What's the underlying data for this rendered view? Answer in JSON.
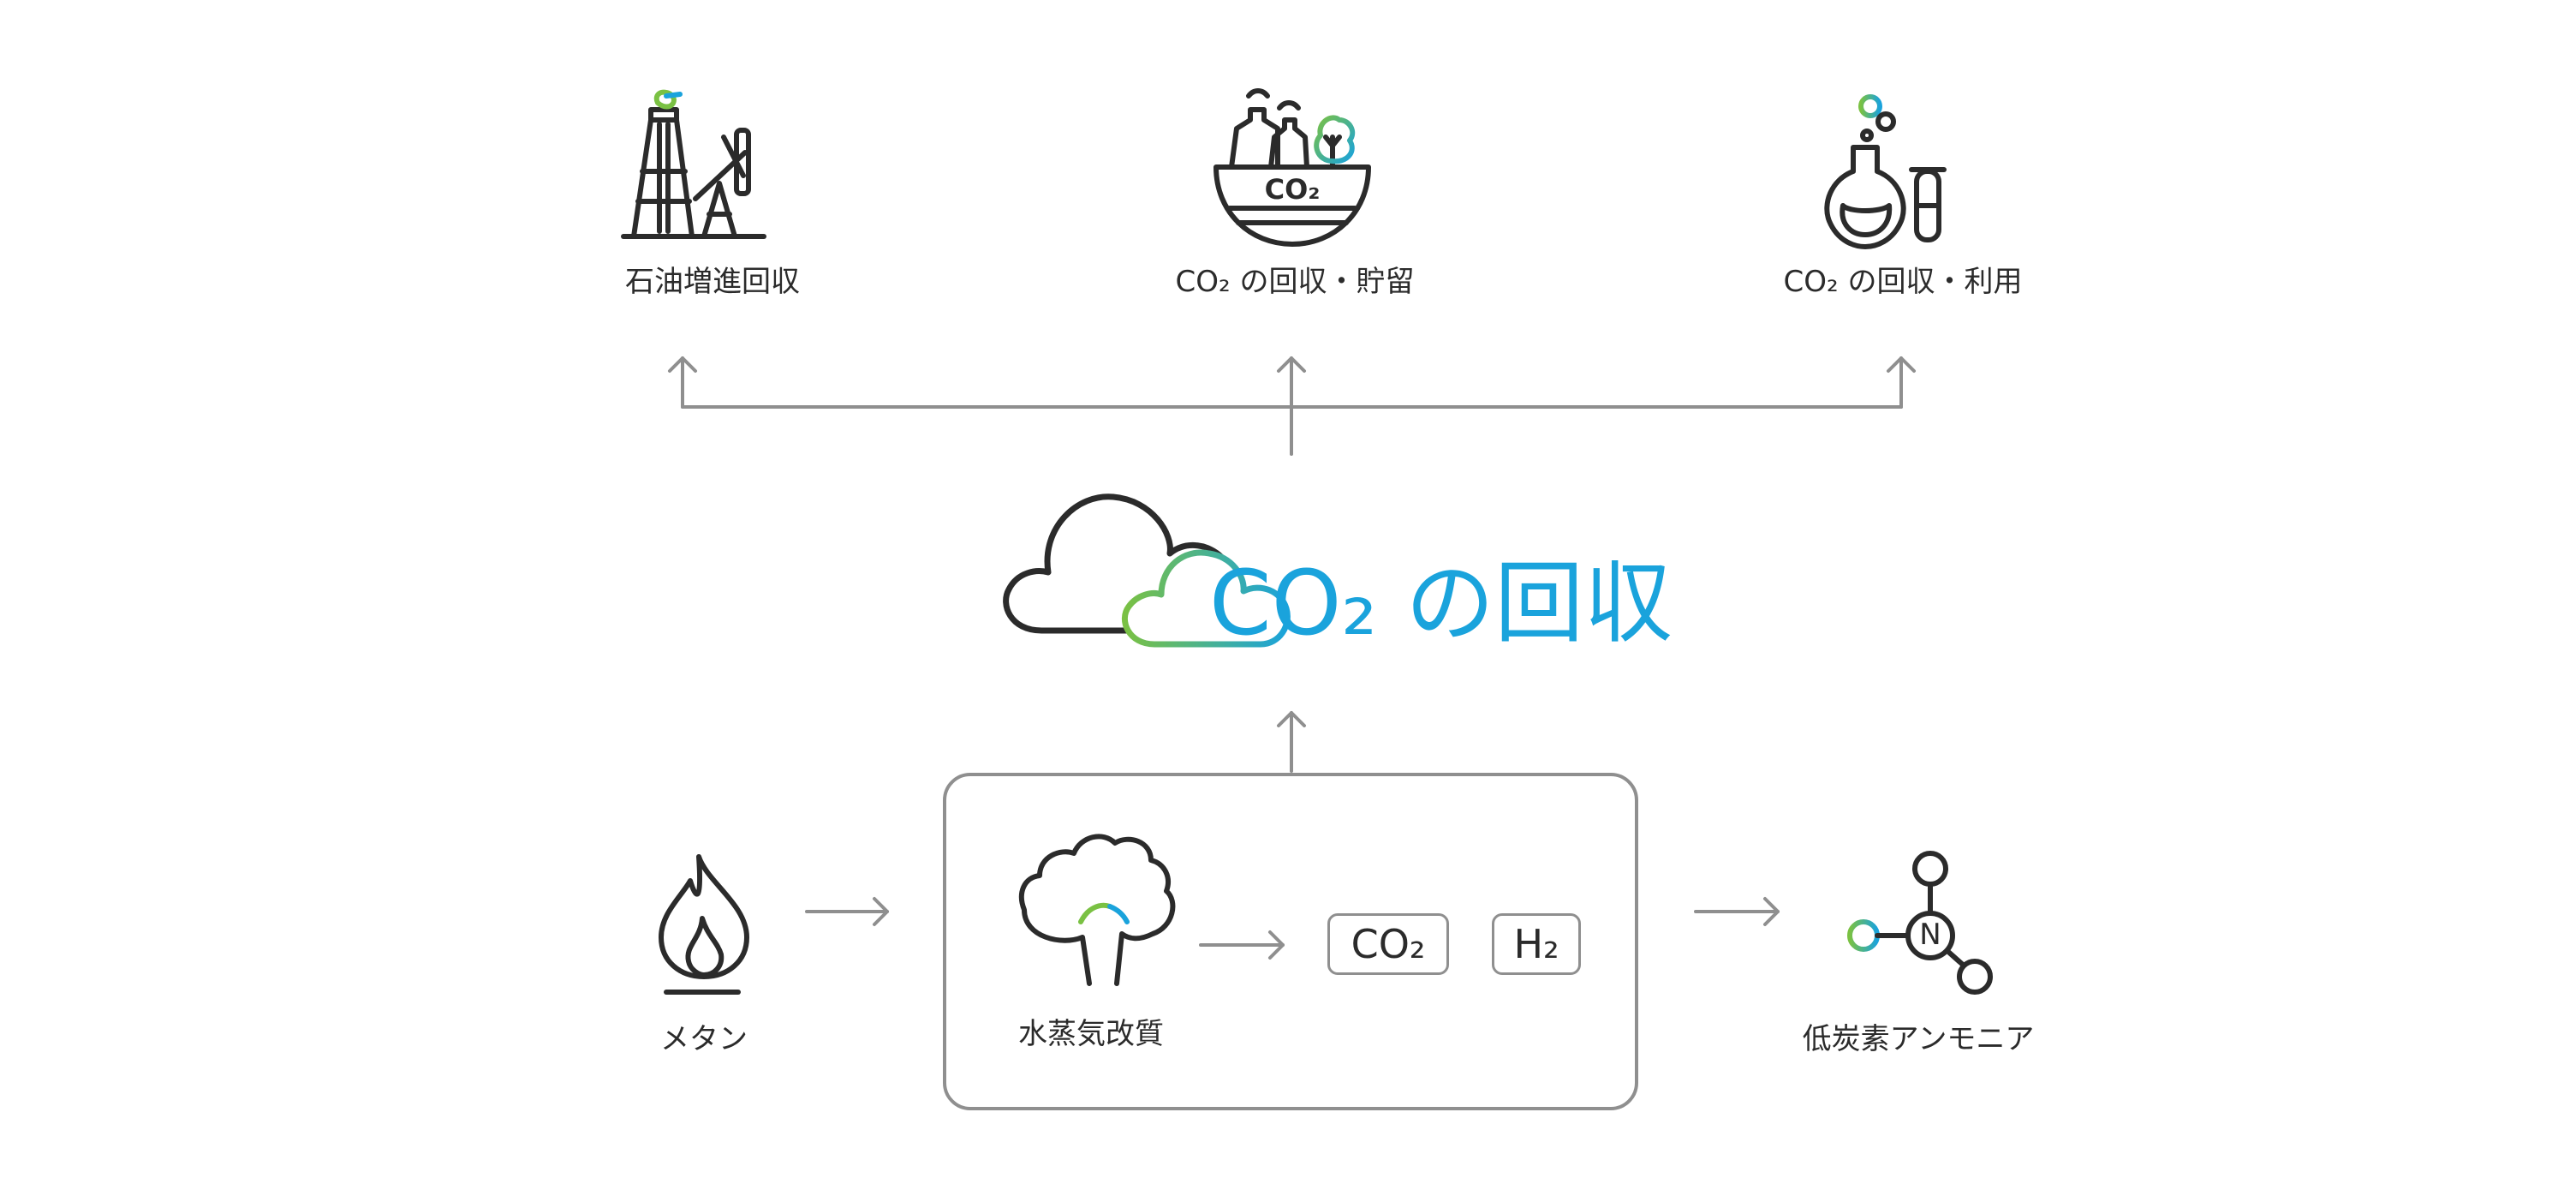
{
  "top": {
    "items": [
      {
        "label": "石油増進回収",
        "icon": "oil-pump-icon"
      },
      {
        "label": "CO₂ の回収・貯留",
        "icon": "co2-storage-icon"
      },
      {
        "label": "CO₂ の回収・利用",
        "icon": "flask-icon"
      }
    ]
  },
  "center": {
    "title": "CO₂ の回収",
    "icon": "cloud-icon"
  },
  "bottom": {
    "input_label": "メタン",
    "input_icon": "flame-icon",
    "process_label": "水蒸気改質",
    "process_icon": "steam-reforming-icon",
    "product_co2": "CO₂",
    "product_h2": "H₂",
    "output_label": "低炭素アンモニア",
    "output_icon": "ammonia-molecule-icon",
    "molecule_atom": "N"
  },
  "colors": {
    "line": "#8f8f8f",
    "icon": "#2b2b2b",
    "accent_blue": "#1aa3dc",
    "accent_green": "#7ac143"
  }
}
